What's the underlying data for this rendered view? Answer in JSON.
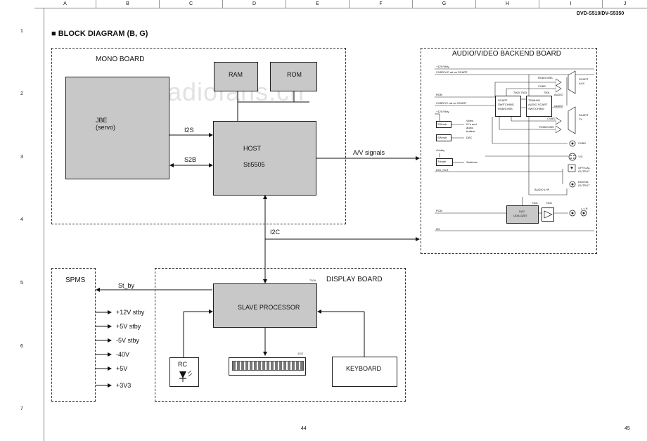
{
  "header": {
    "columns": [
      "A",
      "B",
      "C",
      "D",
      "E",
      "F",
      "G",
      "H",
      "I",
      "J"
    ],
    "model": "DVD-S510/DV-S5350",
    "rows": [
      "1",
      "2",
      "3",
      "4",
      "5",
      "6",
      "7"
    ],
    "title": "■ BLOCK DIAGRAM (B, G)"
  },
  "watermark": "www.radiofans.cn",
  "mono_board": {
    "label": "MONO BOARD",
    "ram": "RAM",
    "rom": "ROM",
    "jbe": "JBE",
    "jbe_sub": "(servo)",
    "host": "HOST",
    "host_chip": "Sti5505",
    "i2s": "I2S",
    "s2b": "S2B"
  },
  "signals": {
    "av": "A/V signals",
    "i2c": "I2C",
    "st_by": "St_by"
  },
  "spms": {
    "label": "SPMS",
    "outputs": [
      "+12V stby",
      "+5V stby",
      "-5V stby",
      "-40V",
      "+5V",
      "+3V3"
    ]
  },
  "display_board": {
    "label": "DISPLAY BOARD",
    "ref": "7104",
    "slave": "SLAVE PROCESSOR",
    "rc": "RC",
    "display_ref": "1112",
    "keyboard": "KEYBOARD"
  },
  "av_board": {
    "label": "AUDIO/VIDEO BACKEND BOARD",
    "signals_in": [
      "CVBS/Y/C rat on SCART",
      "RGB",
      "CVBS/YC rat on SCART",
      "+12V/Vbly"
    ],
    "scart_switch": [
      "SCART",
      "SWITCHING",
      "RGB/CVBS"
    ],
    "audio_switch": [
      "TDA8440",
      "AUDIO SCART",
      "SWITCHING"
    ],
    "ref_7500": "7500-7503",
    "ref_7501": "7501",
    "rgb_cvbs": "RGB/CVBS",
    "cvbs": "CVBS",
    "audio": "AUDIO",
    "scart_aux": [
      "SCART",
      "AUX"
    ],
    "scart_tv": [
      "SCART",
      "TV"
    ],
    "switch1": "SWmdr",
    "switch2": "SWmdr",
    "switch3": "Trinale",
    "video_note": [
      "Video",
      "IC's and",
      "audio",
      "buffers"
    ],
    "dac_small": "DAC",
    "vbly": "4Vstby",
    "switches": "Switches",
    "cvbs_out": "CVBS",
    "yc_out": "Y/C",
    "optical": [
      "OPTICAL",
      "OUTPUT"
    ],
    "dig_out": "DIG_OUT",
    "digital": [
      "DIGITAL",
      "OUTPUT"
    ],
    "audio_lr": "AUDIO L+R",
    "pcm": "PCM",
    "dac": [
      "DAC",
      "UDA1328T"
    ],
    "ref_7401": "7401",
    "ref_7402": "7402",
    "lr": "L + R",
    "i2c_in": "I2C"
  },
  "footer": {
    "left_page": "44",
    "right_page": "45"
  }
}
